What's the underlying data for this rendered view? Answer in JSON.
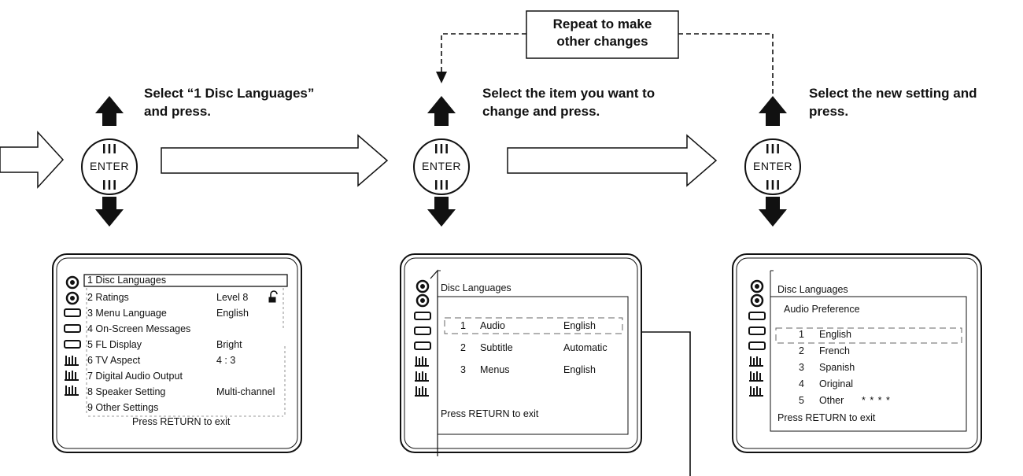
{
  "repeat_box": {
    "line1": "Repeat to make",
    "line2": "other changes"
  },
  "steps": [
    {
      "line1": "Select “1 Disc Languages”",
      "line2": "and press."
    },
    {
      "line1": "Select the item you want to",
      "line2": "change and press."
    },
    {
      "line1": "Select the new setting and",
      "line2": "press."
    }
  ],
  "enter_label": "ENTER",
  "screen1": {
    "items": [
      {
        "label": "1  Disc Languages",
        "value": ""
      },
      {
        "label": "2  Ratings",
        "value": "Level  8"
      },
      {
        "label": "3  Menu Language",
        "value": "English"
      },
      {
        "label": "4  On-Screen Messages",
        "value": ""
      },
      {
        "label": "5  FL Display",
        "value": "Bright"
      },
      {
        "label": "6  TV Aspect",
        "value": "4 : 3"
      },
      {
        "label": "7  Digital Audio Output",
        "value": ""
      },
      {
        "label": "8  Speaker Setting",
        "value": "Multi-channel"
      },
      {
        "label": "9  Other Settings",
        "value": ""
      }
    ],
    "footer": "Press RETURN to exit"
  },
  "screen2": {
    "title": "Disc Languages",
    "items": [
      {
        "num": "1",
        "label": "Audio",
        "value": "English"
      },
      {
        "num": "2",
        "label": "Subtitle",
        "value": "Automatic"
      },
      {
        "num": "3",
        "label": "Menus",
        "value": "English"
      }
    ],
    "footer": "Press RETURN to exit"
  },
  "screen3": {
    "title": "Disc Languages",
    "subtitle": "Audio Preference",
    "items": [
      {
        "num": "1",
        "label": "English",
        "extra": ""
      },
      {
        "num": "2",
        "label": "French",
        "extra": ""
      },
      {
        "num": "3",
        "label": "Spanish",
        "extra": ""
      },
      {
        "num": "4",
        "label": "Original",
        "extra": ""
      },
      {
        "num": "5",
        "label": "Other",
        "extra": "* * * *"
      }
    ],
    "footer": "Press RETURN to exit"
  }
}
